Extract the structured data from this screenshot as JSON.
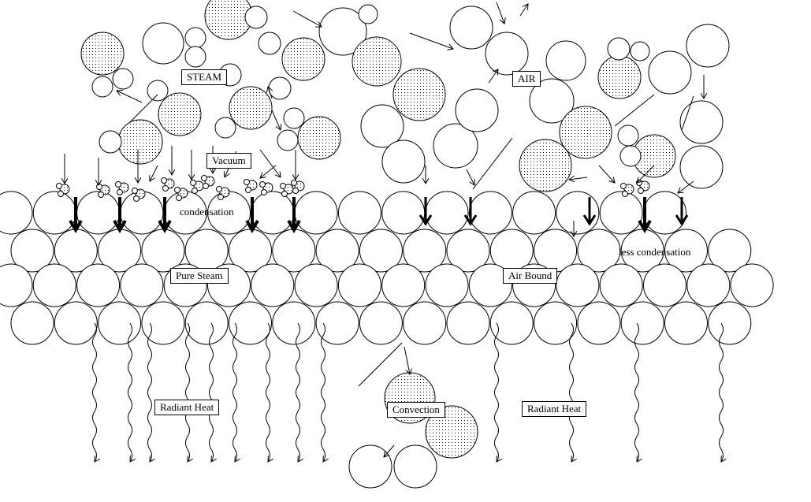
{
  "labels": {
    "steam": "STEAM",
    "air": "AIR",
    "vacuum": "Vacuum",
    "condensation": "condensation",
    "pure_steam": "Pure Steam",
    "air_bound": "Air Bound",
    "less_condensation": "less condensation",
    "radiant_heat_left": "Radiant Heat",
    "convection": "Convection",
    "radiant_heat_right": "Radiant Heat"
  },
  "colors": {
    "line": "#000000",
    "background": "#ffffff"
  }
}
